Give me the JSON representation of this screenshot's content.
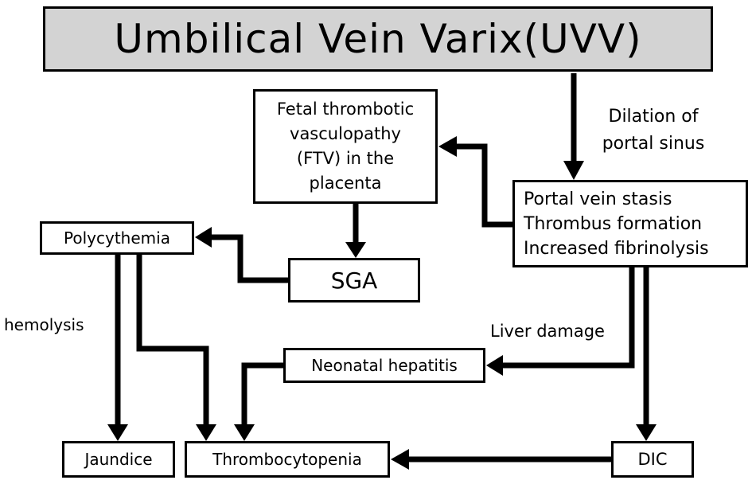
{
  "title": "Umbilical Vein Varix(UVV)",
  "nodes": {
    "ftv": [
      "Fetal thrombotic",
      "vasculopathy",
      "(FTV) in the",
      "placenta"
    ],
    "portal": [
      "Portal vein stasis",
      "Thrombus formation",
      "Increased fibrinolysis"
    ],
    "polycythemia": "Polycythemia",
    "sga": "SGA",
    "neonatal_hepatitis": "Neonatal hepatitis",
    "jaundice": "Jaundice",
    "thrombocytopenia": "Thrombocytopenia",
    "dic": "DIC"
  },
  "edge_labels": {
    "dilation": [
      "Dilation of",
      "portal sinus"
    ],
    "hemolysis": "hemolysis",
    "liver_damage": "Liver damage"
  }
}
